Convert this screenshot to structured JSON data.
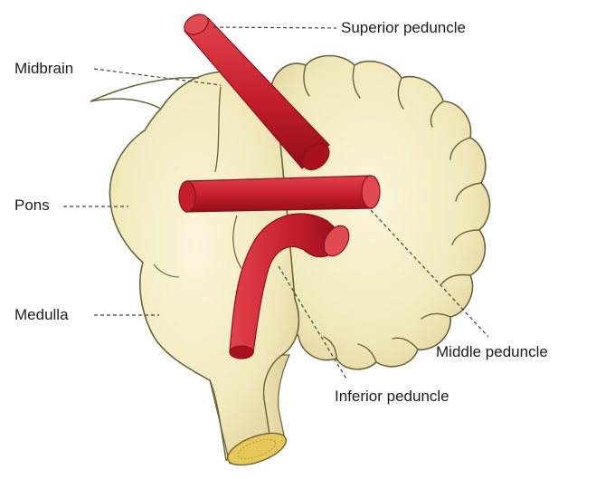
{
  "labels": {
    "superior": "Superior peduncle",
    "midbrain": "Midbrain",
    "pons": "Pons",
    "medulla": "Medulla",
    "middle": "Middle peduncle",
    "inferior": "Inferior peduncle"
  },
  "colors": {
    "tissue": "#f3ecc4",
    "tissue_shade": "#e1d6a0",
    "outline": "#6b6438",
    "peduncle": "#c8202e",
    "peduncle_dark": "#8e0f1a",
    "peduncle_end": "#e04a52",
    "stump": "#e6c85a",
    "leader": "#444444"
  }
}
